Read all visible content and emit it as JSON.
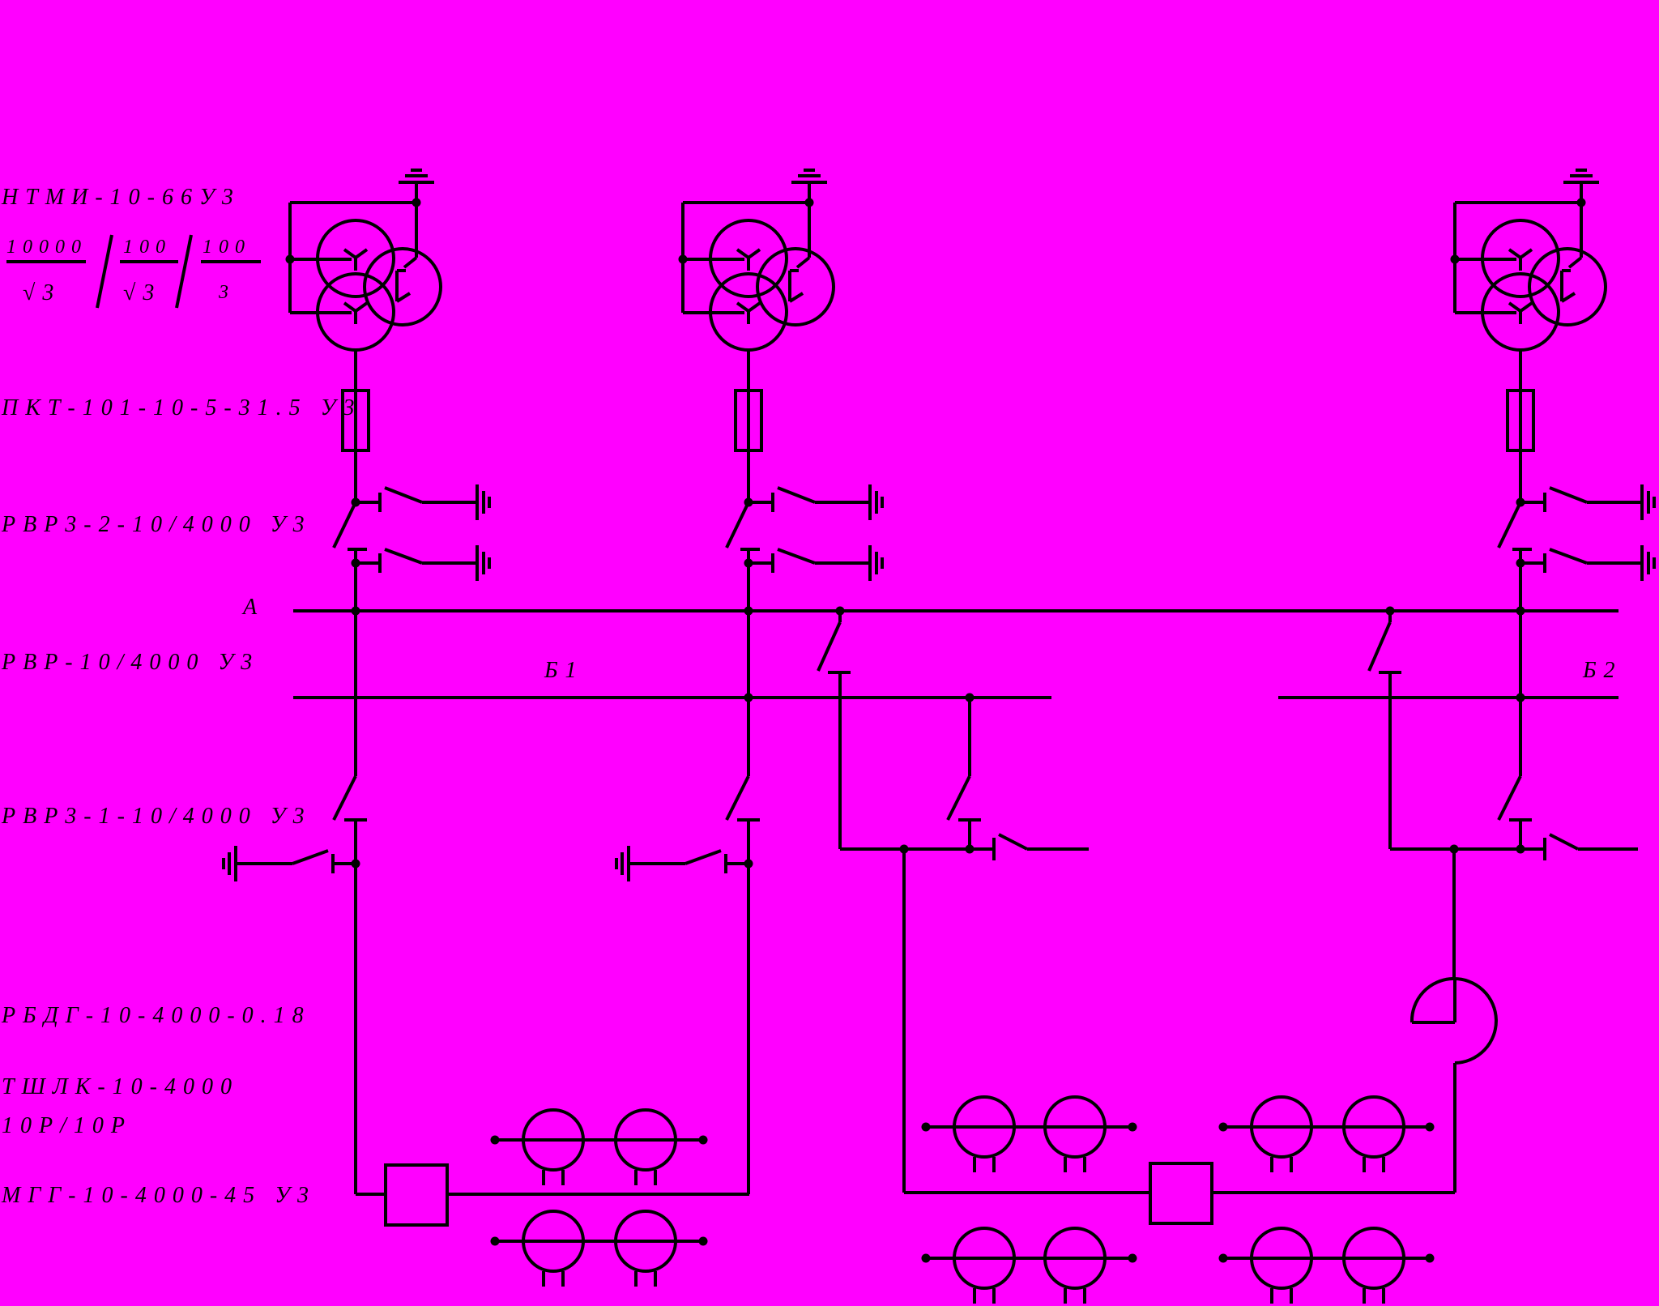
{
  "labels": {
    "vt_model": "НТМИ-10-66У3",
    "vt_ratio_a": "10000",
    "vt_ratio_b": "100",
    "vt_ratio_c": "100",
    "vt_ratio_d": "3",
    "sqrt_sym": "√3",
    "fuse_model": "ПКТ-101-10-5-31.5 У3",
    "rvrz2_model": "РВР3-2-10/4000 У3",
    "rvr_model": "РВР-10/4000 У3",
    "rvrz1_model": "РВР3-1-10/4000 У3",
    "reactor_model": "РБДГ-10-4000-0.18",
    "ct_model_1": "ТШЛК-10-4000",
    "ct_model_2": "10Р/10Р",
    "breaker_model": "МГГ-10-4000-45 У3",
    "bus_a": "А",
    "bus_b1": "Б1",
    "bus_b2": "Б2"
  },
  "colors": {
    "background": "#FF00FF",
    "lines": "#000000"
  }
}
